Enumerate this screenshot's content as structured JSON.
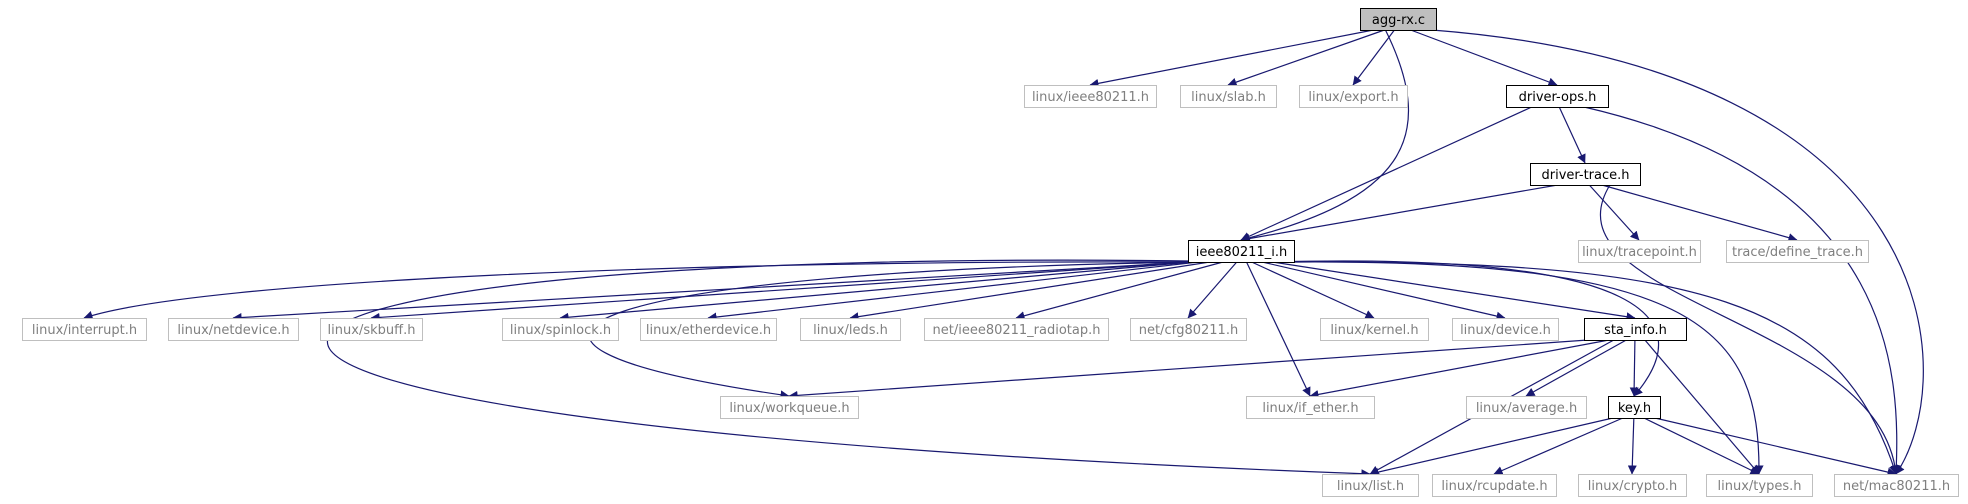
{
  "colors": {
    "edge": "#191970",
    "root_fill": "#bfbfbf",
    "documented_border": "#000000",
    "undocumented_border": "#bfbfbf",
    "documented_text": "#000000",
    "undocumented_text": "#7f7f7f"
  },
  "nodes": [
    {
      "id": "agg_rx",
      "label": "agg-rx.c",
      "kind": "root"
    },
    {
      "id": "linux_ieee80211",
      "label": "linux/ieee80211.h",
      "kind": "external"
    },
    {
      "id": "linux_slab",
      "label": "linux/slab.h",
      "kind": "external"
    },
    {
      "id": "linux_export",
      "label": "linux/export.h",
      "kind": "external"
    },
    {
      "id": "driver_ops",
      "label": "driver-ops.h",
      "kind": "documented"
    },
    {
      "id": "driver_trace",
      "label": "driver-trace.h",
      "kind": "documented"
    },
    {
      "id": "linux_tracepoint",
      "label": "linux/tracepoint.h",
      "kind": "external"
    },
    {
      "id": "trace_define",
      "label": "trace/define_trace.h",
      "kind": "external"
    },
    {
      "id": "ieee80211_i",
      "label": "ieee80211_i.h",
      "kind": "documented"
    },
    {
      "id": "linux_interrupt",
      "label": "linux/interrupt.h",
      "kind": "external"
    },
    {
      "id": "linux_netdevice",
      "label": "linux/netdevice.h",
      "kind": "external"
    },
    {
      "id": "linux_skbuff",
      "label": "linux/skbuff.h",
      "kind": "external"
    },
    {
      "id": "linux_spinlock",
      "label": "linux/spinlock.h",
      "kind": "external"
    },
    {
      "id": "linux_etherdevice",
      "label": "linux/etherdevice.h",
      "kind": "external"
    },
    {
      "id": "linux_leds",
      "label": "linux/leds.h",
      "kind": "external"
    },
    {
      "id": "net_radiotap",
      "label": "net/ieee80211_radiotap.h",
      "kind": "external"
    },
    {
      "id": "net_cfg80211",
      "label": "net/cfg80211.h",
      "kind": "external"
    },
    {
      "id": "linux_kernel",
      "label": "linux/kernel.h",
      "kind": "external"
    },
    {
      "id": "linux_device",
      "label": "linux/device.h",
      "kind": "external"
    },
    {
      "id": "sta_info",
      "label": "sta_info.h",
      "kind": "documented"
    },
    {
      "id": "linux_workqueue",
      "label": "linux/workqueue.h",
      "kind": "external"
    },
    {
      "id": "linux_if_ether",
      "label": "linux/if_ether.h",
      "kind": "external"
    },
    {
      "id": "linux_average",
      "label": "linux/average.h",
      "kind": "external"
    },
    {
      "id": "key_h",
      "label": "key.h",
      "kind": "documented"
    },
    {
      "id": "linux_list",
      "label": "linux/list.h",
      "kind": "external"
    },
    {
      "id": "linux_rcupdate",
      "label": "linux/rcupdate.h",
      "kind": "external"
    },
    {
      "id": "linux_crypto",
      "label": "linux/crypto.h",
      "kind": "external"
    },
    {
      "id": "linux_types",
      "label": "linux/types.h",
      "kind": "external"
    },
    {
      "id": "net_mac80211",
      "label": "net/mac80211.h",
      "kind": "external"
    }
  ],
  "edges": [
    [
      "agg_rx",
      "linux_ieee80211"
    ],
    [
      "agg_rx",
      "linux_slab"
    ],
    [
      "agg_rx",
      "linux_export"
    ],
    [
      "agg_rx",
      "driver_ops"
    ],
    [
      "agg_rx",
      "ieee80211_i"
    ],
    [
      "agg_rx",
      "net_mac80211"
    ],
    [
      "driver_ops",
      "driver_trace"
    ],
    [
      "driver_ops",
      "ieee80211_i"
    ],
    [
      "driver_ops",
      "net_mac80211"
    ],
    [
      "driver_trace",
      "ieee80211_i"
    ],
    [
      "driver_trace",
      "linux_tracepoint"
    ],
    [
      "driver_trace",
      "trace_define"
    ],
    [
      "driver_trace",
      "net_mac80211"
    ],
    [
      "ieee80211_i",
      "linux_interrupt"
    ],
    [
      "ieee80211_i",
      "linux_netdevice"
    ],
    [
      "ieee80211_i",
      "linux_skbuff"
    ],
    [
      "ieee80211_i",
      "linux_spinlock"
    ],
    [
      "ieee80211_i",
      "linux_etherdevice"
    ],
    [
      "ieee80211_i",
      "linux_leds"
    ],
    [
      "ieee80211_i",
      "net_radiotap"
    ],
    [
      "ieee80211_i",
      "net_cfg80211"
    ],
    [
      "ieee80211_i",
      "linux_kernel"
    ],
    [
      "ieee80211_i",
      "linux_device"
    ],
    [
      "ieee80211_i",
      "sta_info"
    ],
    [
      "ieee80211_i",
      "linux_workqueue"
    ],
    [
      "ieee80211_i",
      "linux_if_ether"
    ],
    [
      "ieee80211_i",
      "linux_list"
    ],
    [
      "ieee80211_i",
      "key_h"
    ],
    [
      "ieee80211_i",
      "linux_types"
    ],
    [
      "ieee80211_i",
      "net_mac80211"
    ],
    [
      "sta_info",
      "linux_workqueue"
    ],
    [
      "sta_info",
      "linux_if_ether"
    ],
    [
      "sta_info",
      "linux_average"
    ],
    [
      "sta_info",
      "key_h"
    ],
    [
      "sta_info",
      "linux_list"
    ],
    [
      "sta_info",
      "linux_types"
    ],
    [
      "key_h",
      "linux_list"
    ],
    [
      "key_h",
      "linux_rcupdate"
    ],
    [
      "key_h",
      "linux_crypto"
    ],
    [
      "key_h",
      "linux_types"
    ],
    [
      "key_h",
      "net_mac80211"
    ]
  ]
}
